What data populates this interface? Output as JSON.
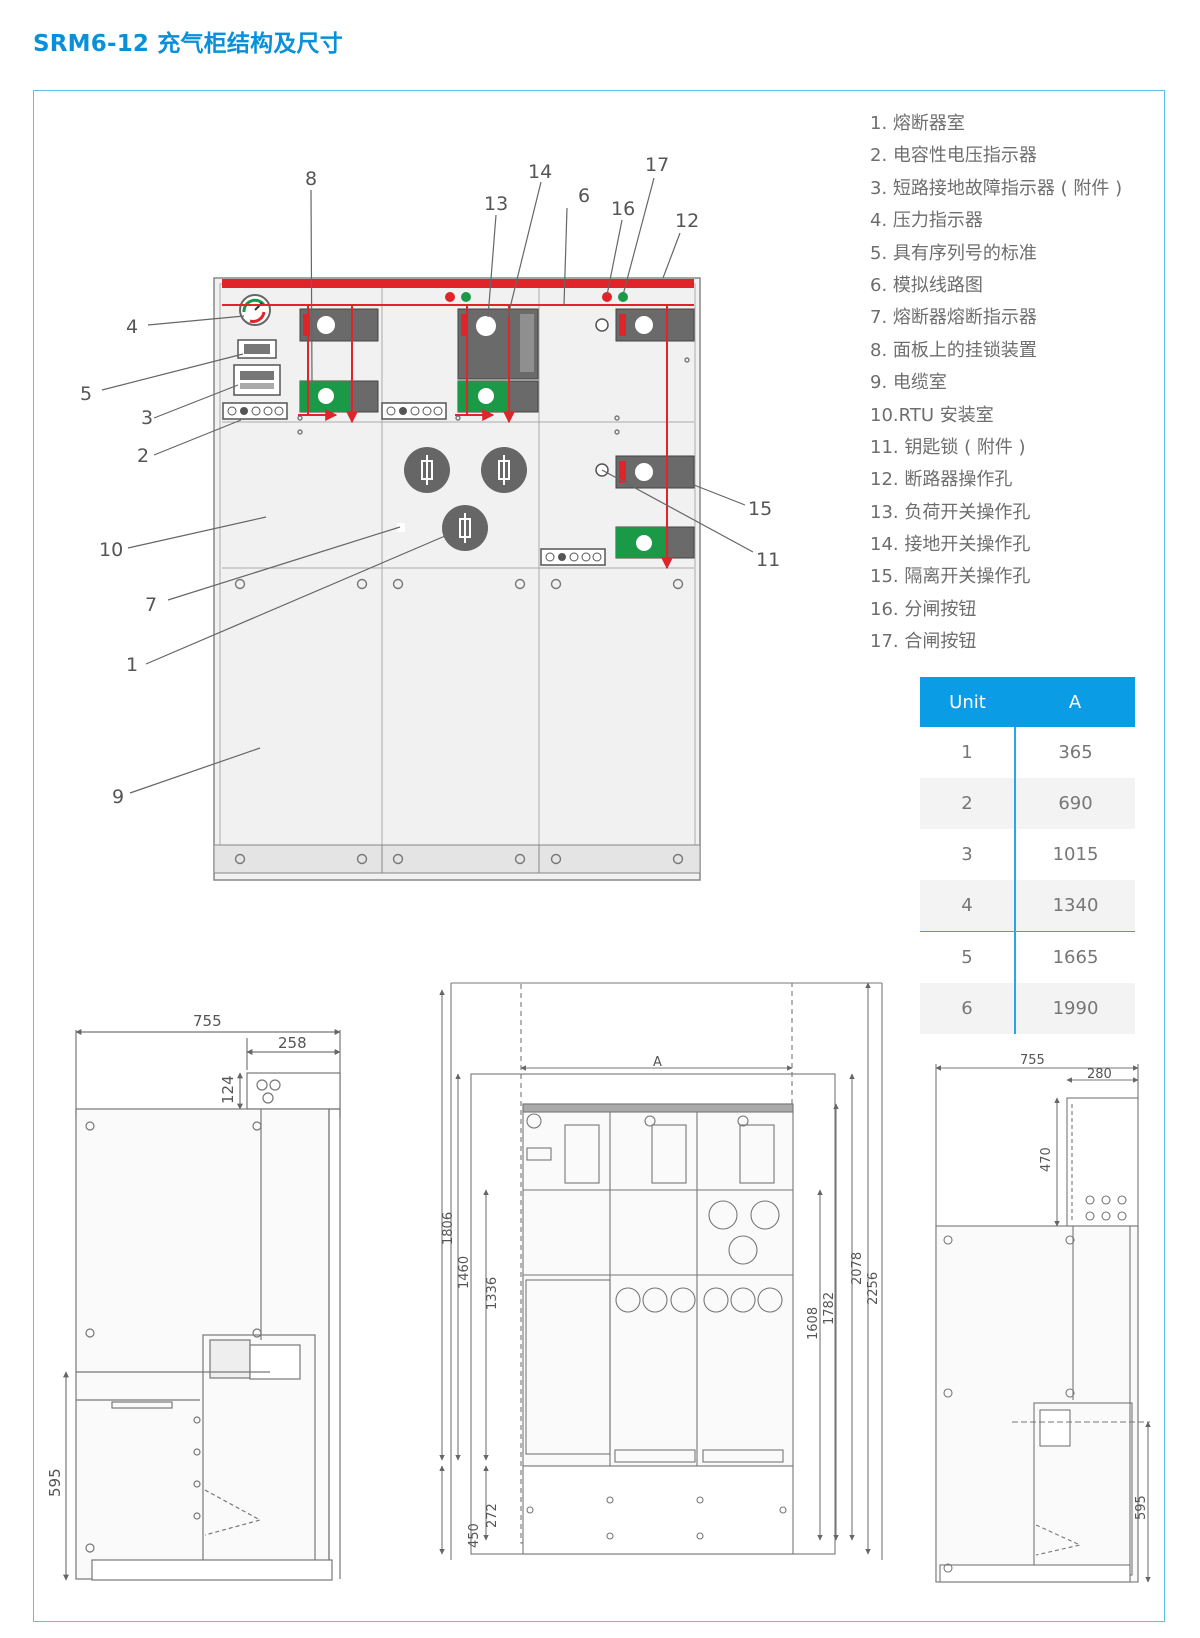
{
  "title": "SRM6-12 充气柜结构及尺寸",
  "legend": [
    "1. 熔断器室",
    "2. 电容性电压指示器",
    "3. 短路接地故障指示器 ( 附件 )",
    "4. 压力指示器",
    "5. 具有序列号的标准",
    "6. 模拟线路图",
    "7. 熔断器熔断指示器",
    "8. 面板上的挂锁装置",
    "9. 电缆室",
    "10.RTU 安装室",
    "11. 钥匙锁 ( 附件 )",
    "12. 断路器操作孔",
    "13. 负荷开关操作孔",
    "14. 接地开关操作孔",
    "15. 隔离开关操作孔",
    "16. 分闸按钮",
    "17. 合闸按钮"
  ],
  "table": {
    "headers": [
      "Unit",
      "A"
    ],
    "rows": [
      [
        "1",
        "365"
      ],
      [
        "2",
        "690"
      ],
      [
        "3",
        "1015"
      ],
      [
        "4",
        "1340"
      ],
      [
        "5",
        "1665"
      ],
      [
        "6",
        "1990"
      ]
    ]
  },
  "callouts": {
    "c1": "1",
    "c2": "2",
    "c3": "3",
    "c4": "4",
    "c5": "5",
    "c6": "6",
    "c7": "7",
    "c8": "8",
    "c9": "9",
    "c10": "10",
    "c11": "11",
    "c12": "12",
    "c13": "13",
    "c14": "14",
    "c15": "15",
    "c16": "16",
    "c17": "17"
  },
  "dimensions": {
    "side_left": {
      "width": "755",
      "top_offset": "258",
      "gap": "124",
      "lower": "595"
    },
    "front": {
      "width": "A",
      "h1806": "1806",
      "h1460": "1460",
      "h1336": "1336",
      "h450": "450",
      "h272": "272",
      "h1608": "1608",
      "h1782": "1782",
      "h2078": "2078",
      "h2256": "2256"
    },
    "side_right": {
      "width": "755",
      "top_offset": "280",
      "upper": "470",
      "lower": "595"
    }
  },
  "colors": {
    "title_blue": "#0a90da",
    "frame_blue": "#5cc0ec",
    "table_header": "#0a9de6",
    "accent_red": "#e0242a",
    "status_green": "#1a9a46",
    "panel_grey": "#f0f0f0",
    "control_dark": "#6a6a6a"
  }
}
